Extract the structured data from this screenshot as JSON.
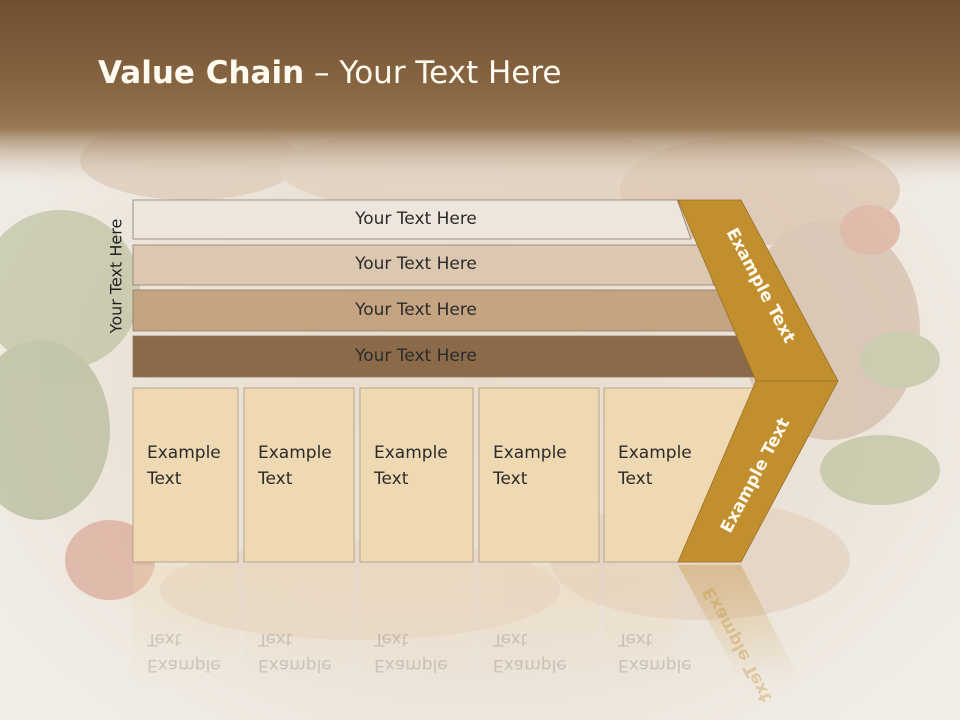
{
  "slide": {
    "title_bold": "Value Chain",
    "title_rest": " – Your Text Here",
    "side_label": "Your Text Here"
  },
  "bars": [
    {
      "label": "Your Text Here",
      "color": "#eee6dc"
    },
    {
      "label": "Your Text Here",
      "color": "#dcc8b1"
    },
    {
      "label": "Your Text Here",
      "color": "#c4a481"
    },
    {
      "label": "Your Text Here",
      "color": "#8a6a48"
    }
  ],
  "cards": [
    {
      "line1": "Example",
      "line2": "Text"
    },
    {
      "line1": "Example",
      "line2": "Text"
    },
    {
      "line1": "Example",
      "line2": "Text"
    },
    {
      "line1": "Example",
      "line2": "Text"
    },
    {
      "line1": "Example",
      "line2": "Text"
    }
  ],
  "chevron": {
    "upper_label": "Example Text",
    "lower_label": "Example Text",
    "color": "#c28f2f"
  },
  "colors": {
    "header_brown": "#8a6a48",
    "card_fill": "#efd9b2"
  }
}
